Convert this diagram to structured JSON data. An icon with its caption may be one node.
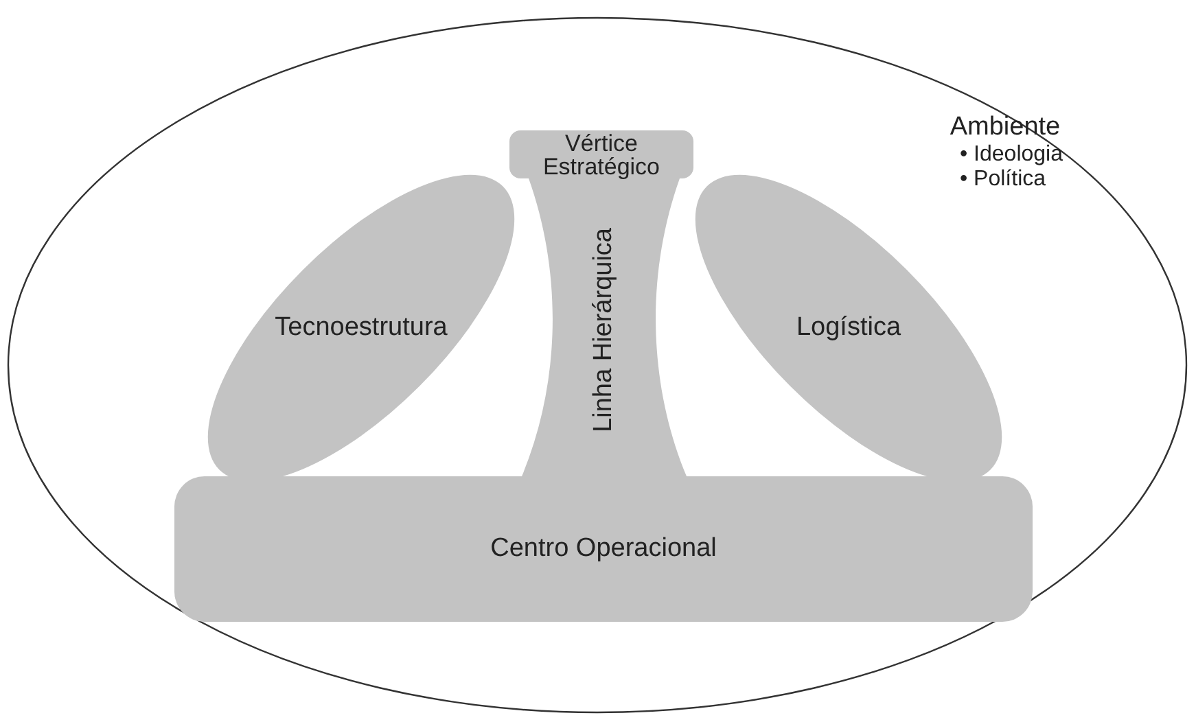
{
  "diagram": {
    "nodes": [
      {
        "text": [
          "Ambiente",
          "• Ideologia",
          "• Política"
        ]
      },
      {
        "text": [
          "Vértice Estratégico"
        ],
        "in": 0
      },
      {
        "text": [
          "Tecnoestrutura"
        ],
        "in": 0
      },
      {
        "text": [
          "Linha Hierárquica"
        ],
        "in": 0
      },
      {
        "text": [
          "Logística"
        ],
        "in": 0
      },
      {
        "text": [
          "Centro Operacional"
        ],
        "in": 0
      }
    ]
  }
}
